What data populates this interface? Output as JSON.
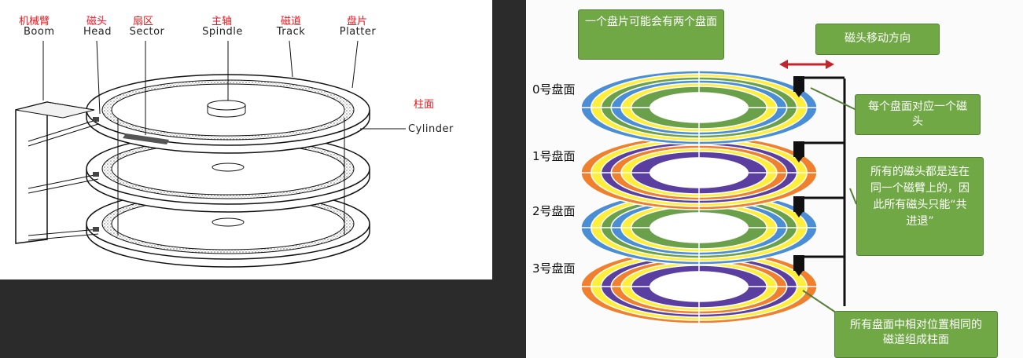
{
  "left": {
    "labels": [
      {
        "cn": "机械臂",
        "en": "Boom"
      },
      {
        "cn": "磁头",
        "en": "Head"
      },
      {
        "cn": "扇区",
        "en": "Sector"
      },
      {
        "cn": "主轴",
        "en": "Spindle"
      },
      {
        "cn": "磁道",
        "en": "Track"
      },
      {
        "cn": "盘片",
        "en": "Platter"
      }
    ],
    "cylinder_cn": "柱面",
    "cylinder_en": "Cylinder"
  },
  "right": {
    "callout_top": "一个盘片可能会有两个盘面",
    "callout_direction": "磁头移动方向",
    "callout_per_head": "每个盘面对应一个磁头",
    "callout_arm": "所有的磁头都是连在同一个磁臂上的，因此所有磁头只能“共进退”",
    "callout_cylinder": "所有盘面中相对位置相同的磁道组成柱面",
    "surfaces": [
      "0号盘面",
      "1号盘面",
      "2号盘面",
      "3号盘面"
    ]
  },
  "colors": {
    "label_red": "#e8141b",
    "callout_green": "#70a845",
    "ring_blue": "#4a8fd6",
    "ring_yellow": "#ffef3a",
    "ring_green": "#6aa04a",
    "ring_orange": "#f07f2e",
    "ring_purple": "#5b3fa0",
    "arrow_red": "#c0262e"
  }
}
